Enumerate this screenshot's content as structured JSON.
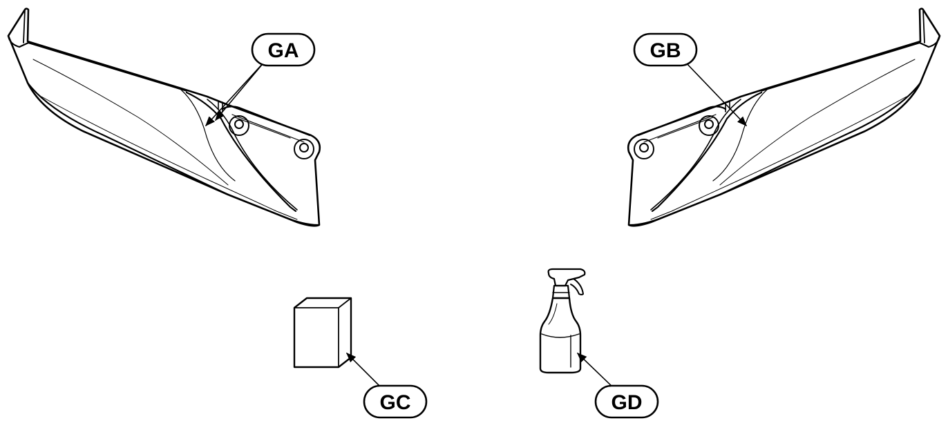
{
  "callouts": {
    "ga": "GA",
    "gb": "GB",
    "gc": "GC",
    "gd": "GD"
  },
  "colors": {
    "line": "#000000",
    "background": "#ffffff"
  }
}
